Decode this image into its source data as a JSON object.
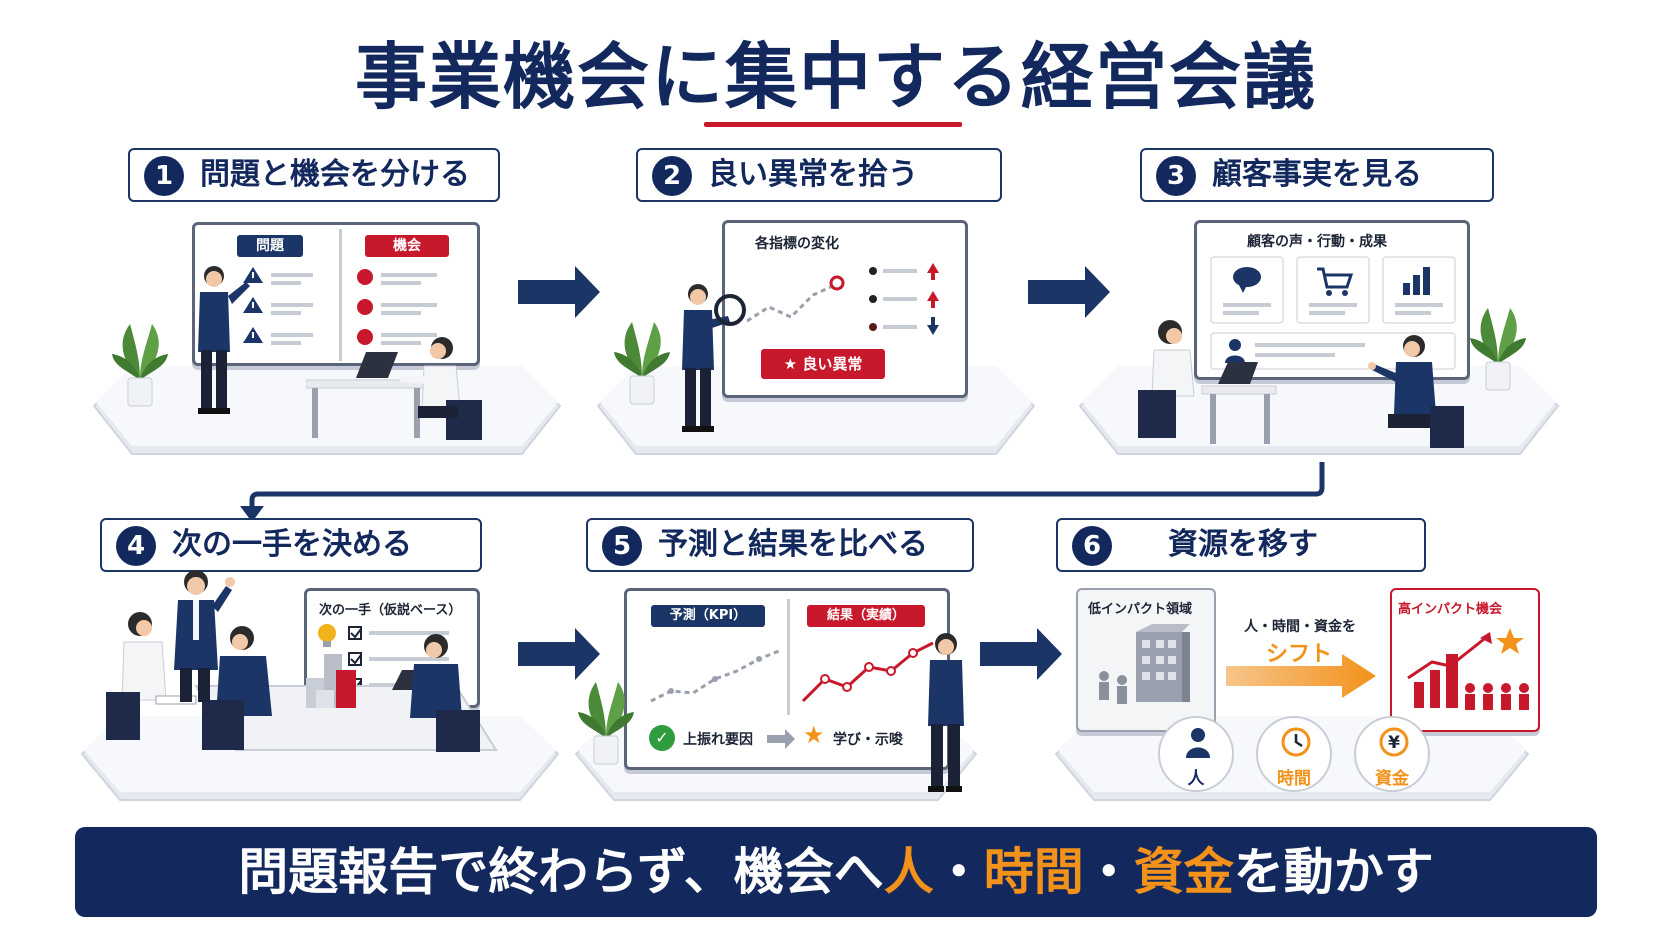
{
  "title": "事業機会に集中する経営会議",
  "steps": [
    {
      "num": "1",
      "label": "問題と機会を分ける"
    },
    {
      "num": "2",
      "label": "良い異常を拾う"
    },
    {
      "num": "3",
      "label": "顧客事実を見る"
    },
    {
      "num": "4",
      "label": "次の一手を決める"
    },
    {
      "num": "5",
      "label": "予測と結果を比べる"
    },
    {
      "num": "6",
      "label": "資源を移す"
    }
  ],
  "panel1": {
    "problem_tag": "問題",
    "opportunity_tag": "機会"
  },
  "panel2": {
    "chart_title": "各指標の変化",
    "badge": "良い異常"
  },
  "panel3": {
    "board_title": "顧客の声・行動・成果"
  },
  "panel4": {
    "board_title": "次の一手（仮説ベース）"
  },
  "panel5": {
    "forecast_tag": "予測（KPI）",
    "result_tag": "結果（実績）",
    "upside_label": "上振れ要因",
    "learning_label": "学び・示唆"
  },
  "panel6": {
    "low_area": "低インパクト領域",
    "shift_caption": "人・時間・資金を",
    "shift_word": "シフト",
    "high_area": "高インパクト機会",
    "resources": [
      {
        "icon": "person-icon",
        "label": "人"
      },
      {
        "icon": "clock-icon",
        "label": "時間"
      },
      {
        "icon": "yen-icon",
        "label": "資金"
      }
    ]
  },
  "banner": {
    "part1": "問題報告で終わらず、機会へ",
    "hl1": "人",
    "sep1": "・",
    "hl2": "時間",
    "sep2": "・",
    "hl3": "資金",
    "part2": "を動かす"
  },
  "colors": {
    "navy": "#13295e",
    "red": "#c8182c",
    "orange": "#f2921a",
    "green": "#2e9c3f"
  }
}
